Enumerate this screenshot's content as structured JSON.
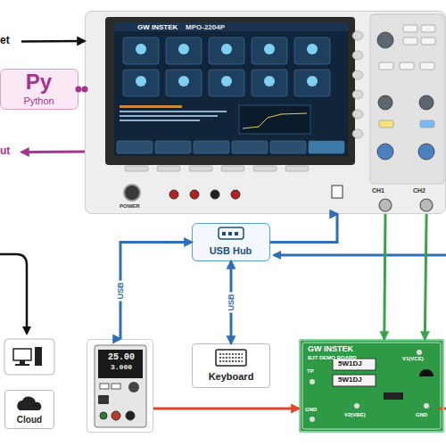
{
  "diagram": {
    "nodes": [
      {
        "text": [
          "et"
        ]
      },
      {
        "text": [
          "GW INSTEK",
          "MPO-2204P"
        ]
      },
      {
        "text": [
          "Py",
          "Python"
        ]
      },
      {
        "text": [
          "ut"
        ]
      },
      {
        "text": [
          "USB Hub"
        ]
      },
      {
        "text": [
          "Cloud"
        ]
      },
      {
        "text": [
          "25.00",
          "3.000"
        ]
      },
      {
        "text": [
          "Keyboard"
        ]
      },
      {
        "text": [
          "GW INSTEK",
          "BJT DEMO BOARD"
        ]
      }
    ],
    "edges": [
      {
        "from": 0,
        "to": 1,
        "arrow": "to"
      },
      {
        "from": 2,
        "to": 1,
        "arrow": "none"
      },
      {
        "from": 1,
        "to": 3,
        "arrow": "to"
      },
      {
        "from": 4,
        "to": 1,
        "arrow": "to"
      },
      {
        "from": 4,
        "to": 6,
        "label": "USB",
        "arrow": "both"
      },
      {
        "from": 4,
        "to": 7,
        "label": "USB",
        "arrow": "both"
      },
      {
        "from": 1,
        "to": 8,
        "arrow": "to"
      },
      {
        "from": 1,
        "to": 8,
        "arrow": "to"
      },
      {
        "from": 6,
        "to": 8,
        "arrow": "to"
      }
    ],
    "labels": [
      "POWER",
      "CH1",
      "CH2",
      "5W1DJ",
      "5W1DJ",
      "TP",
      "V1(VCE)",
      "GND",
      "V2(VBE)",
      "GND"
    ]
  }
}
